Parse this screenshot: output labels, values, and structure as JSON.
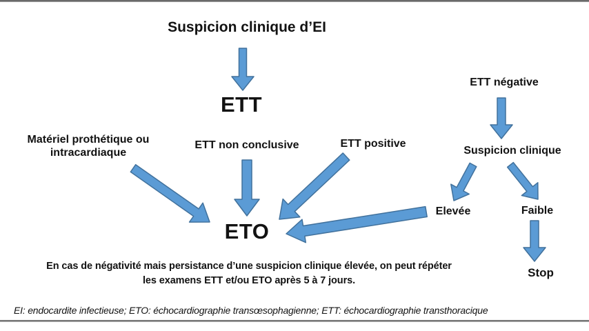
{
  "diagram": {
    "title": "Suspicion clinique d’EI",
    "nodes": {
      "ett": "ETT",
      "eto": "ETO",
      "materiel_line1": "Matériel prothétique ou",
      "materiel_line2": "intracardiaque",
      "ett_non_conclusive": "ETT non conclusive",
      "ett_positive": "ETT positive",
      "ett_negative": "ETT négative",
      "suspicion_clinique": "Suspicion clinique",
      "elevee": "Elevée",
      "faible": "Faible",
      "stop": "Stop"
    },
    "note_line1": "En cas de négativité mais persistance d’une suspicion clinique élevée, on peut répéter",
    "note_line2": "les examens ETT et/ou ETO après 5 à 7 jours.",
    "arrow_fill": "#5B9BD5",
    "arrow_stroke": "#41719C",
    "text_color": "#121212"
  },
  "footer": {
    "legend": "EI: endocardite infectieuse; ETO: échocardiographie transœsophagienne; ETT: échocardiographie transthoracique"
  }
}
